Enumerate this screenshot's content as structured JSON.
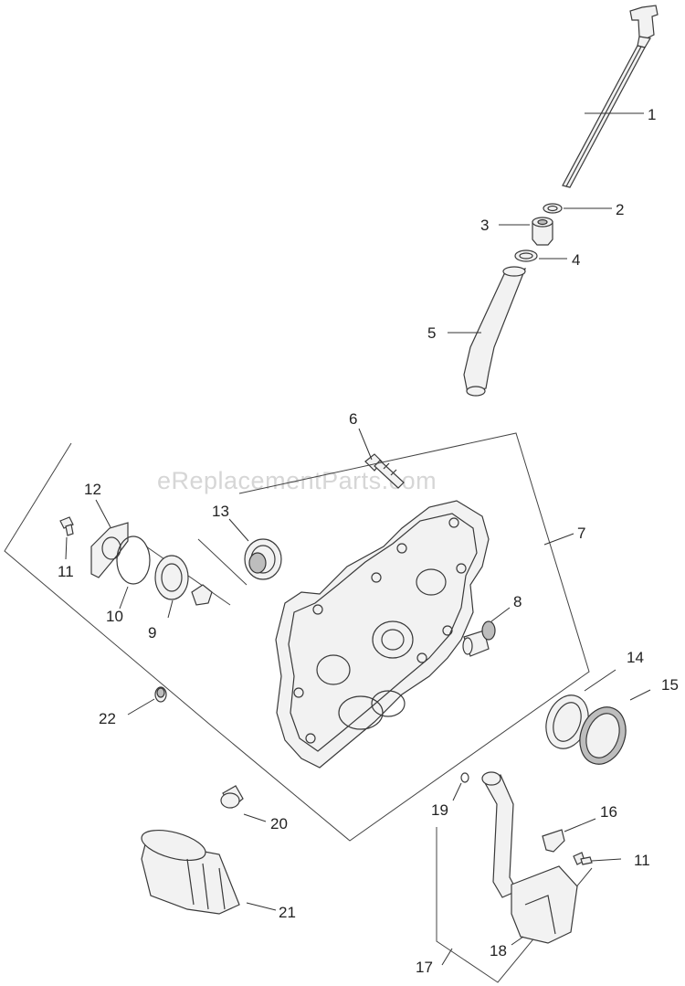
{
  "watermark": "eReplacementParts.com",
  "callouts": {
    "c1": "1",
    "c2": "2",
    "c3": "3",
    "c4": "4",
    "c5": "5",
    "c6": "6",
    "c7": "7",
    "c8": "8",
    "c9": "9",
    "c10": "10",
    "c11a": "11",
    "c11b": "11",
    "c12": "12",
    "c13": "13",
    "c14": "14",
    "c15": "15",
    "c16": "16",
    "c17": "17",
    "c18": "18",
    "c19": "19",
    "c20": "20",
    "c21": "21",
    "c22": "22"
  }
}
